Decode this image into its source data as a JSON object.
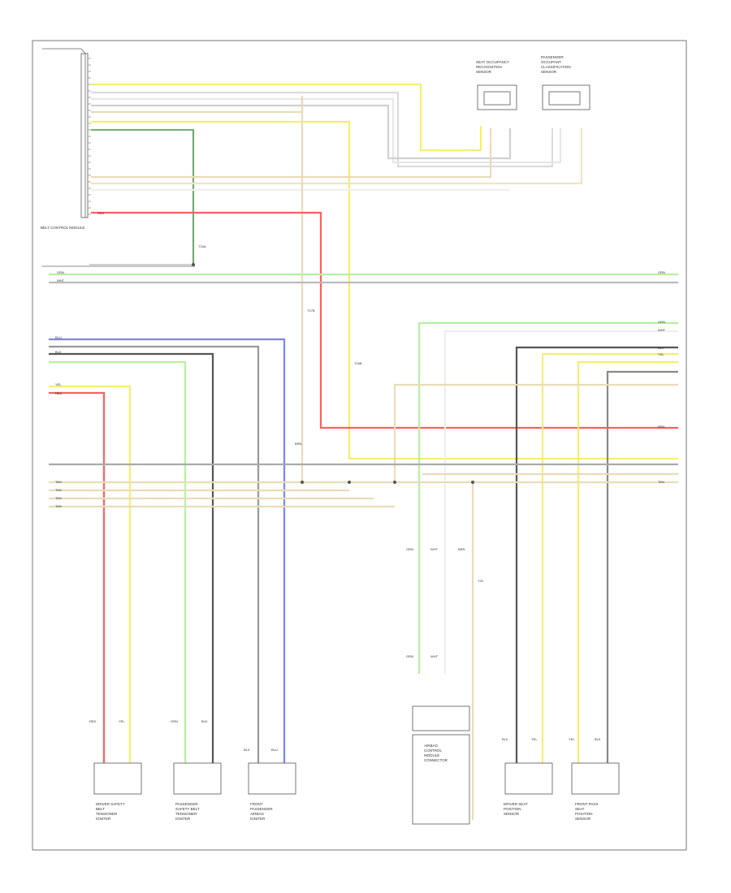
{
  "colors": {
    "yellow": "#f3ef70",
    "tan": "#e8dcb8",
    "gray": "#c8c8c8",
    "white": "#eeeeee",
    "green": "#b6f0a0",
    "green_dark": "#55c060",
    "red": "#ff6060",
    "blue": "#8080ff",
    "black": "#555555",
    "frame": "#777777"
  },
  "labels": {
    "top_module": "BELT CONTROL MODULE",
    "top_comp_left": "SEAT OCCUPANCY\nRECOGNITION\nSENSOR",
    "top_comp_right": "PASSENGER\nOCCUPANT\nCLASSIFICATION\nSENSOR",
    "pin_fuse_1": "T16A",
    "pin_fuse_2": "T17B",
    "pin_fuse_3": "T16B",
    "mid_label": "BRN",
    "center_conn": "T20",
    "bottom_comp_1": "DRIVER SAFETY\nBELT\nTENSIONER\nIGNITER",
    "bottom_comp_2": "PASSENGER\nSAFETY BELT\nTENSIONER\nIGNITER",
    "bottom_comp_3": "FRONT\nPASSENGER\nAIRBAG\nIGNITER",
    "bottom_comp_4": "DRIVER SEAT\nPOSITION\nSENSOR",
    "bottom_comp_5": "FRONT PASS\nSEAT\nPOSITION\nSENSOR",
    "center_comp": "AIRBAG\nCONTROL\nMODULE\nCONNECTOR",
    "wire_grn": "GRN",
    "wire_red": "RED",
    "wire_blu": "BLU",
    "wire_yel": "YEL",
    "wire_blk": "BLK",
    "wire_wht": "WHT",
    "wire_tan": "TAN",
    "wire_brn": "BRN"
  }
}
